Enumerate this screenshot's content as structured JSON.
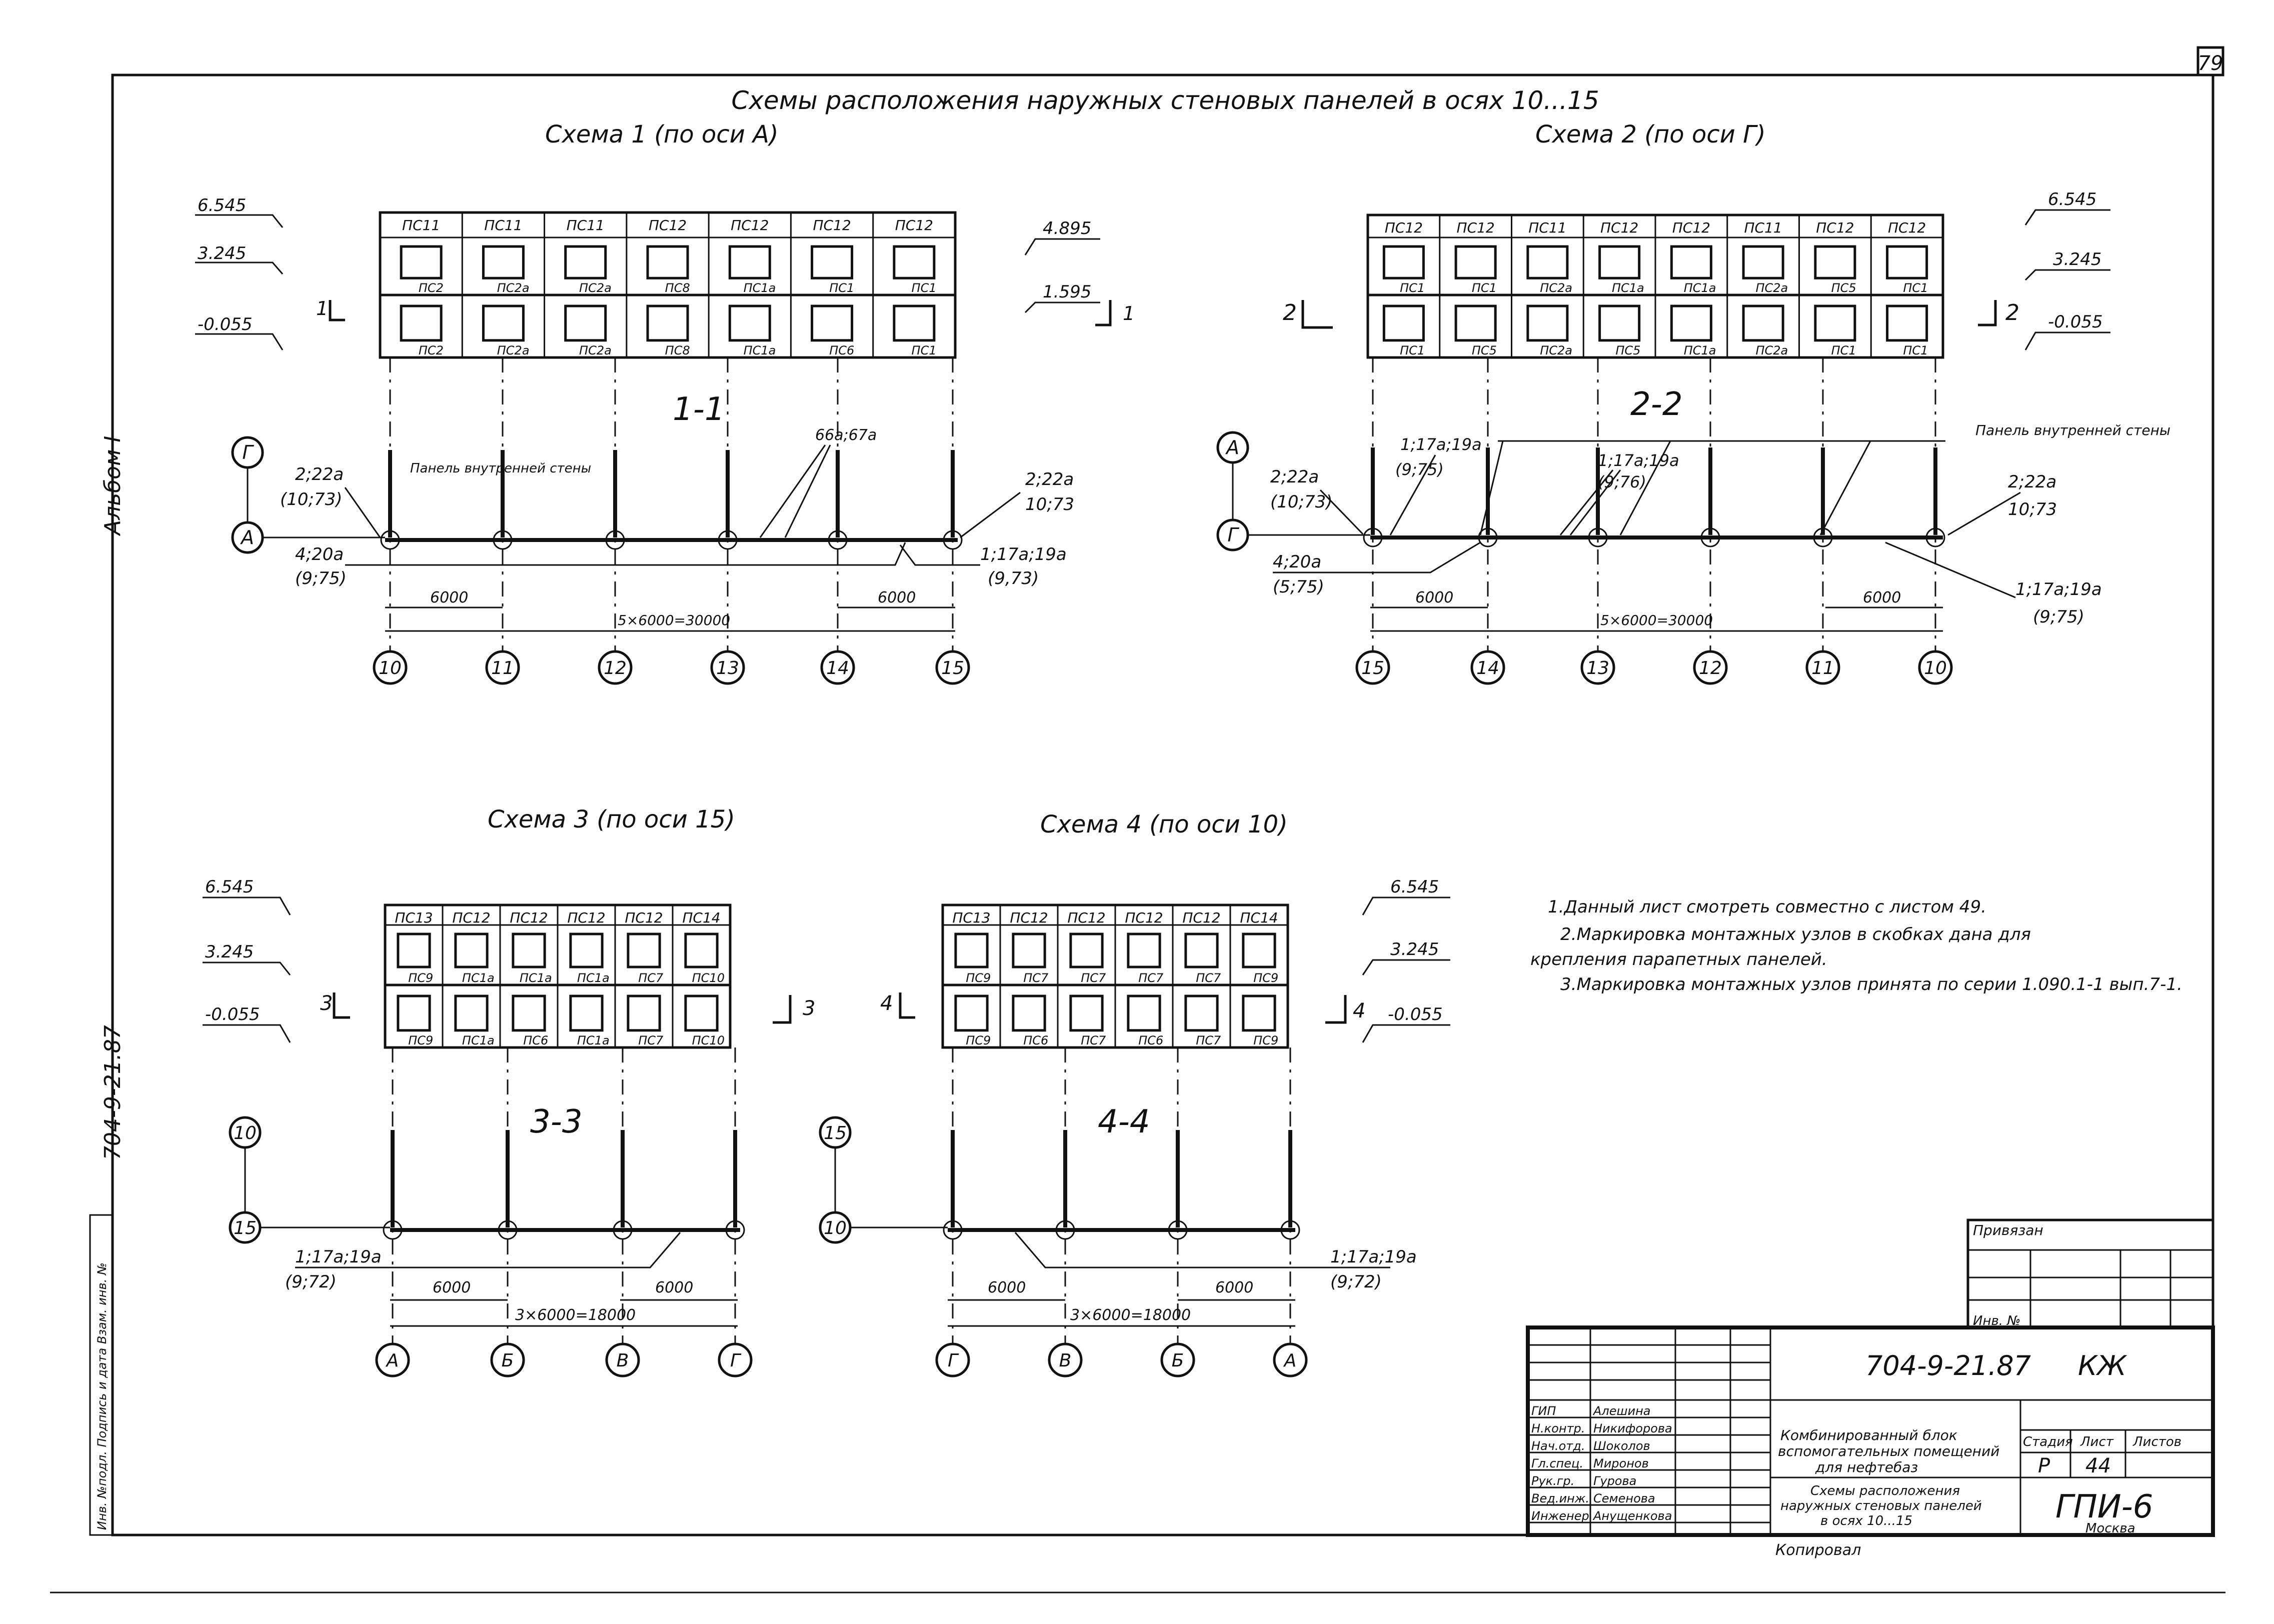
{
  "sheet_number": "79",
  "main_title": "Схемы расположения наружных стеновых панелей в осях 10...15",
  "album_mark": "Альбом I",
  "side_code": "704-9-21.87",
  "side_stamp": "Инв. №подл. Подпись и дата Взам. инв. №",
  "schemes": [
    {
      "title": "Схема 1 (по оси А)",
      "levels": [
        "6.545",
        "3.245",
        "-0.055"
      ],
      "right_levels": [
        "4.895",
        "1.595"
      ],
      "section_marks": [
        "1",
        "1"
      ],
      "section_title": "1-1",
      "top_panels": [
        "ПС11",
        "ПС11",
        "ПС11",
        "ПС12",
        "ПС12",
        "ПС12",
        "ПС12"
      ],
      "mid_panels": [
        "ПС2",
        "ПС2а",
        "ПС2а",
        "ПС8",
        "ПС1а",
        "ПС1",
        "ПС1"
      ],
      "bot_panels": [
        "ПС2",
        "ПС2а",
        "ПС2а",
        "ПС8",
        "ПС1а",
        "ПС6",
        "ПС1"
      ],
      "extra_labels": [
        "ПС8",
        "ПС8"
      ],
      "node_labels": [
        "2;22а",
        "(10;73)",
        "4;20а",
        "(9;75)",
        "66а;67а",
        "2;22а",
        "10;73",
        "1;17а;19а",
        "(9,73)"
      ],
      "inner_wall_label": "Панель внутренней стены",
      "dims": [
        "6000",
        "5×6000=30000",
        "6000"
      ],
      "axes_row": [
        "Г",
        "А"
      ],
      "axes": [
        "10",
        "11",
        "12",
        "13",
        "14",
        "15"
      ]
    },
    {
      "title": "Схема 2 (по оси Г)",
      "levels": [
        "6.545",
        "3.245",
        "-0.055"
      ],
      "section_marks": [
        "2",
        "2"
      ],
      "section_title": "2-2",
      "top_panels": [
        "ПС12",
        "ПС12",
        "ПС11",
        "ПС12",
        "ПС12",
        "ПС11",
        "ПС12",
        "ПС12"
      ],
      "mid_panels": [
        "ПС1",
        "ПС1",
        "ПС2а",
        "ПС1а",
        "ПС1а",
        "ПС2а",
        "ПС5",
        "ПС1"
      ],
      "bot_panels": [
        "ПС1",
        "ПС5",
        "ПС2а",
        "ПС5",
        "ПС1а",
        "ПС2а",
        "ПС1",
        "ПС1"
      ],
      "node_labels": [
        "2;22а",
        "(10;73)",
        "1;17а;19а",
        "(9;75)",
        "1;17а;19а",
        "(9;76)",
        "4;20а",
        "(5;75)",
        "2;22а",
        "10;73",
        "1;17а;19а",
        "(9;75)"
      ],
      "inner_wall_label": "Панель внутренней стены",
      "dims": [
        "6000",
        "5×6000=30000",
        "6000"
      ],
      "axes_row": [
        "А",
        "Г"
      ],
      "axes": [
        "15",
        "14",
        "13",
        "12",
        "11",
        "10"
      ]
    },
    {
      "title": "Схема 3 (по оси 15)",
      "levels": [
        "6.545",
        "3.245",
        "-0.055"
      ],
      "section_marks": [
        "3",
        "3"
      ],
      "section_title": "3-3",
      "top_panels": [
        "ПС13",
        "ПС12",
        "ПС12",
        "ПС12",
        "ПС12",
        "ПС14"
      ],
      "mid_panels": [
        "ПС9",
        "ПС1а",
        "ПС1а",
        "ПС1а",
        "ПС7",
        "ПС10"
      ],
      "bot_panels": [
        "ПС9",
        "ПС1а",
        "ПС6",
        "ПС1а",
        "ПС7",
        "ПС10"
      ],
      "node_labels": [
        "1;17а;19а",
        "(9;72)"
      ],
      "dims": [
        "6000",
        "3×6000=18000",
        "6000"
      ],
      "axes_row": [
        "10",
        "15"
      ],
      "axes": [
        "А",
        "Б",
        "В",
        "Г"
      ]
    },
    {
      "title": "Схема 4 (по оси 10)",
      "levels": [
        "6.545",
        "3.245",
        "-0.055"
      ],
      "section_marks": [
        "4",
        "4"
      ],
      "section_title": "4-4",
      "top_panels": [
        "ПС13",
        "ПС12",
        "ПС12",
        "ПС12",
        "ПС12",
        "ПС14"
      ],
      "mid_panels": [
        "ПС9",
        "ПС7",
        "ПС7",
        "ПС7",
        "ПС7",
        "ПС9"
      ],
      "bot_panels": [
        "ПС9",
        "ПС6",
        "ПС7",
        "ПС6",
        "ПС7",
        "ПС9"
      ],
      "node_labels": [
        "1;17а;19а",
        "(9;72)"
      ],
      "dims": [
        "6000",
        "3×6000=18000",
        "6000"
      ],
      "axes_row": [
        "15",
        "10"
      ],
      "axes": [
        "Г",
        "В",
        "Б",
        "А"
      ]
    }
  ],
  "notes": [
    "1.Данный лист смотреть совместно с листом 49.",
    "2.Маркировка монтажных узлов в скобках дана для",
    "крепления парапетных панелей.",
    "3.Маркировка монтажных узлов принята по серии 1.090.1-1 вып.7-1."
  ],
  "title_block": {
    "code": "704-9-21.87",
    "section": "КЖ",
    "roles": [
      "ГИП",
      "Н.контр.",
      "Нач.отд.",
      "Гл.спец.",
      "Рук.гр.",
      "Вед.инж.",
      "Инженер"
    ],
    "names": [
      "Алешина",
      "Никифорова",
      "Шоколов",
      "Миронов",
      "Гурова",
      "Семенова",
      "Анущенкова"
    ],
    "project": [
      "Комбинированный блок",
      "вспомогательных помещений",
      "для нефтебаз"
    ],
    "sheet_title": [
      "Схемы расположения",
      "наружных стеновых панелей",
      "в осях 10...15"
    ],
    "col_headers": [
      "Стадия",
      "Лист",
      "Листов"
    ],
    "stage": "Р",
    "sheet": "44",
    "org": "ГПИ-6",
    "city": "Москва",
    "copied": "Копировал",
    "approved": "Привязан",
    "inv_no": "Инв. №"
  }
}
